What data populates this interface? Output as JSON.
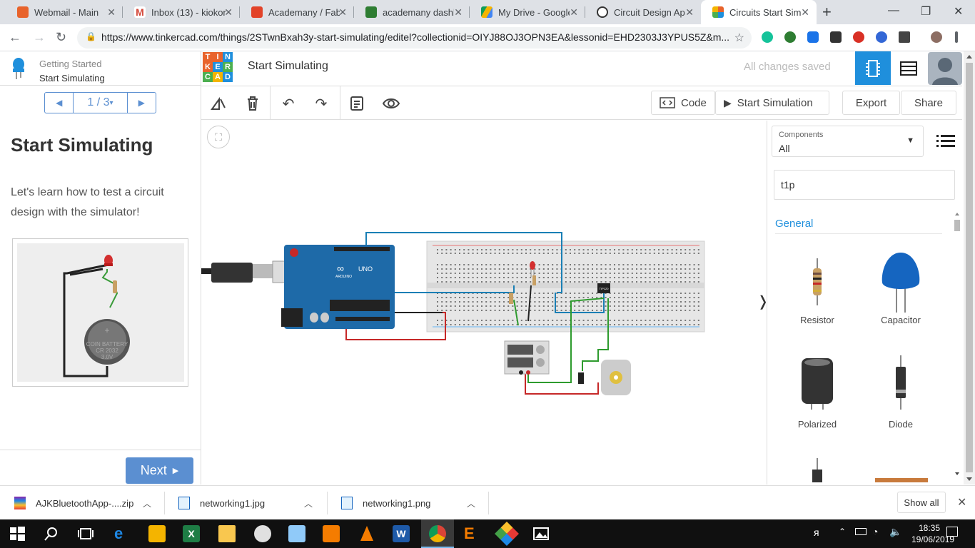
{
  "browser": {
    "tabs": [
      {
        "title": "Webmail - Main",
        "color": "#e8632b"
      },
      {
        "title": "Inbox (13) - kiokor",
        "color": "#d44638"
      },
      {
        "title": "Academany / Fab",
        "color": "#e24329"
      },
      {
        "title": "academany dashb",
        "color": "#2e7d32"
      },
      {
        "title": "My Drive - Google",
        "color": "#f4b400"
      },
      {
        "title": "Circuit Design App",
        "color": "#333333"
      },
      {
        "title": "Circuits Start Simu",
        "color": "#e8632b"
      }
    ],
    "url": "https://www.tinkercad.com/things/2STwnBxah3y-start-simulating/editel?collectionid=OIYJ88OJ3OPN3EA&lessonid=EHD2303J3YPUS5Z&m..."
  },
  "lesson": {
    "category": "Getting Started",
    "name": "Start Simulating",
    "pager": "1 / 3",
    "title": "Start Simulating",
    "text": "Let's learn how to test a circuit design with the simulator!",
    "next_label": "Next",
    "image_battery": [
      "COIN BATTERY",
      "CR 2032",
      "3.0V"
    ]
  },
  "header": {
    "logo_letters": [
      "T",
      "I",
      "N",
      "K",
      "E",
      "R",
      "C",
      "A",
      "D"
    ],
    "design_title": "Start Simulating",
    "status": "All changes saved"
  },
  "toolbar": {
    "code_label": "Code",
    "simulate_label": "Start Simulation",
    "export_label": "Export",
    "share_label": "Share"
  },
  "canvas": {
    "board_brand": "UNO",
    "board_sub": "ARDUINO",
    "chip_label": "TIP120"
  },
  "components_panel": {
    "select_label": "Components",
    "select_value": "All",
    "search_value": "t1p",
    "section": "General",
    "items": [
      {
        "label": "Resistor"
      },
      {
        "label": "Capacitor"
      },
      {
        "label": "Polarized"
      },
      {
        "label": "Diode"
      }
    ]
  },
  "downloads": {
    "items": [
      {
        "name": "AJKBluetoothApp-....zip"
      },
      {
        "name": "networking1.jpg"
      },
      {
        "name": "networking1.png"
      }
    ],
    "show_all": "Show all"
  },
  "taskbar": {
    "time": "18:35",
    "date": "19/06/2019"
  },
  "colors": {
    "accent": "#1f8fdc",
    "lesson_blue": "#5b8fd1",
    "breadboard": "#e6e6e6",
    "arduino": "#1e6aa8"
  }
}
